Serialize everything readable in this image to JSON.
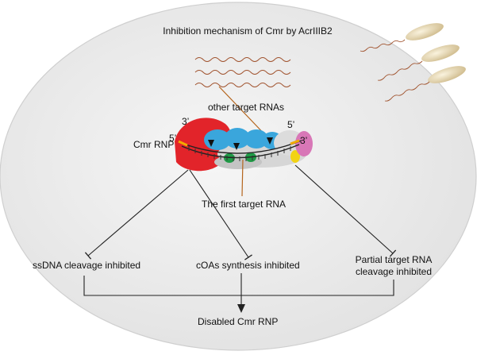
{
  "title": "Inhibition mechanism of Cmr by AcrIIIB2",
  "complex": {
    "name": "Cmr RNP",
    "left_3prime": "3’",
    "left_5prime": "5’",
    "right_5prime": "5’",
    "right_3prime": "3’"
  },
  "labels": {
    "other_target": "other target RNAs",
    "first_target": "The first target RNA"
  },
  "outcomes": {
    "ssdna": "ssDNA cleavage inhibited",
    "coas": "cOAs synthesis inhibited",
    "partial_line1": "Partial target RNA",
    "partial_line2": "cleavage inhibited",
    "final": "Disabled Cmr RNP"
  },
  "colors": {
    "cell_fill": "#ebebeb",
    "red_subunit": "#e2242a",
    "blue_subunit": "#3aa6dc",
    "green_subunit": "#1f9a46",
    "pink_subunit": "#d877b7",
    "yellow_subunit": "#f2d314",
    "grey_subunit": "#d6d6d6",
    "rna_wave": "#a0522d",
    "pointer_line": "#b5651d"
  }
}
